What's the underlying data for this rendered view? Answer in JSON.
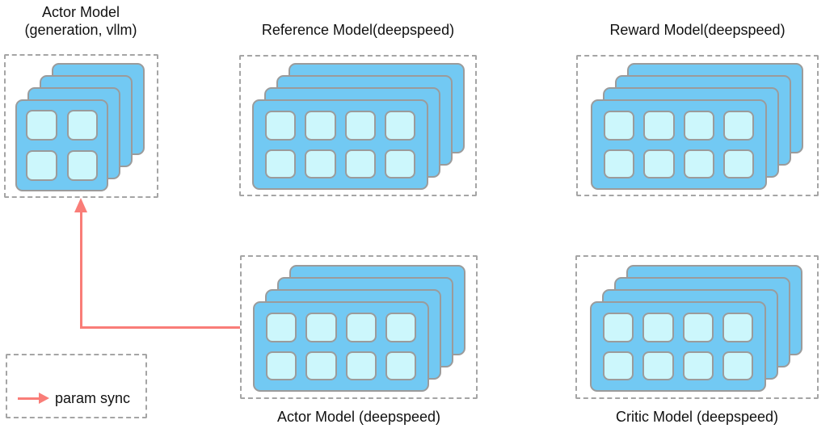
{
  "colors": {
    "card": "#72c9f3",
    "cell": "#ccf7fc",
    "card_border": "#9b9b9b",
    "dash_border": "#a5a5a5",
    "arrow": "#f97d78",
    "text": "#111111"
  },
  "panels": [
    {
      "id": "actor-vllm",
      "label_lines": [
        "Actor Model",
        "(generation, vllm)"
      ],
      "label_position": "above",
      "gpu_cards": 4,
      "cells_per_card": {
        "rows": 2,
        "cols": 2
      }
    },
    {
      "id": "reference-model",
      "label_lines": [
        "Reference Model(deepspeed)"
      ],
      "label_position": "above",
      "gpu_cards": 4,
      "cells_per_card": {
        "rows": 2,
        "cols": 4
      }
    },
    {
      "id": "reward-model",
      "label_lines": [
        "Reward Model(deepspeed)"
      ],
      "label_position": "above",
      "gpu_cards": 4,
      "cells_per_card": {
        "rows": 2,
        "cols": 4
      }
    },
    {
      "id": "actor-deepspeed",
      "label_lines": [
        "Actor Model (deepspeed)"
      ],
      "label_position": "below",
      "gpu_cards": 4,
      "cells_per_card": {
        "rows": 2,
        "cols": 4
      }
    },
    {
      "id": "critic-model",
      "label_lines": [
        "Critic Model (deepspeed)"
      ],
      "label_position": "below",
      "gpu_cards": 4,
      "cells_per_card": {
        "rows": 2,
        "cols": 4
      }
    }
  ],
  "arrow": {
    "type": "param-sync",
    "from": "Actor Model (deepspeed)",
    "to": "Actor Model (generation, vllm)"
  },
  "legend": {
    "label": "param sync"
  }
}
